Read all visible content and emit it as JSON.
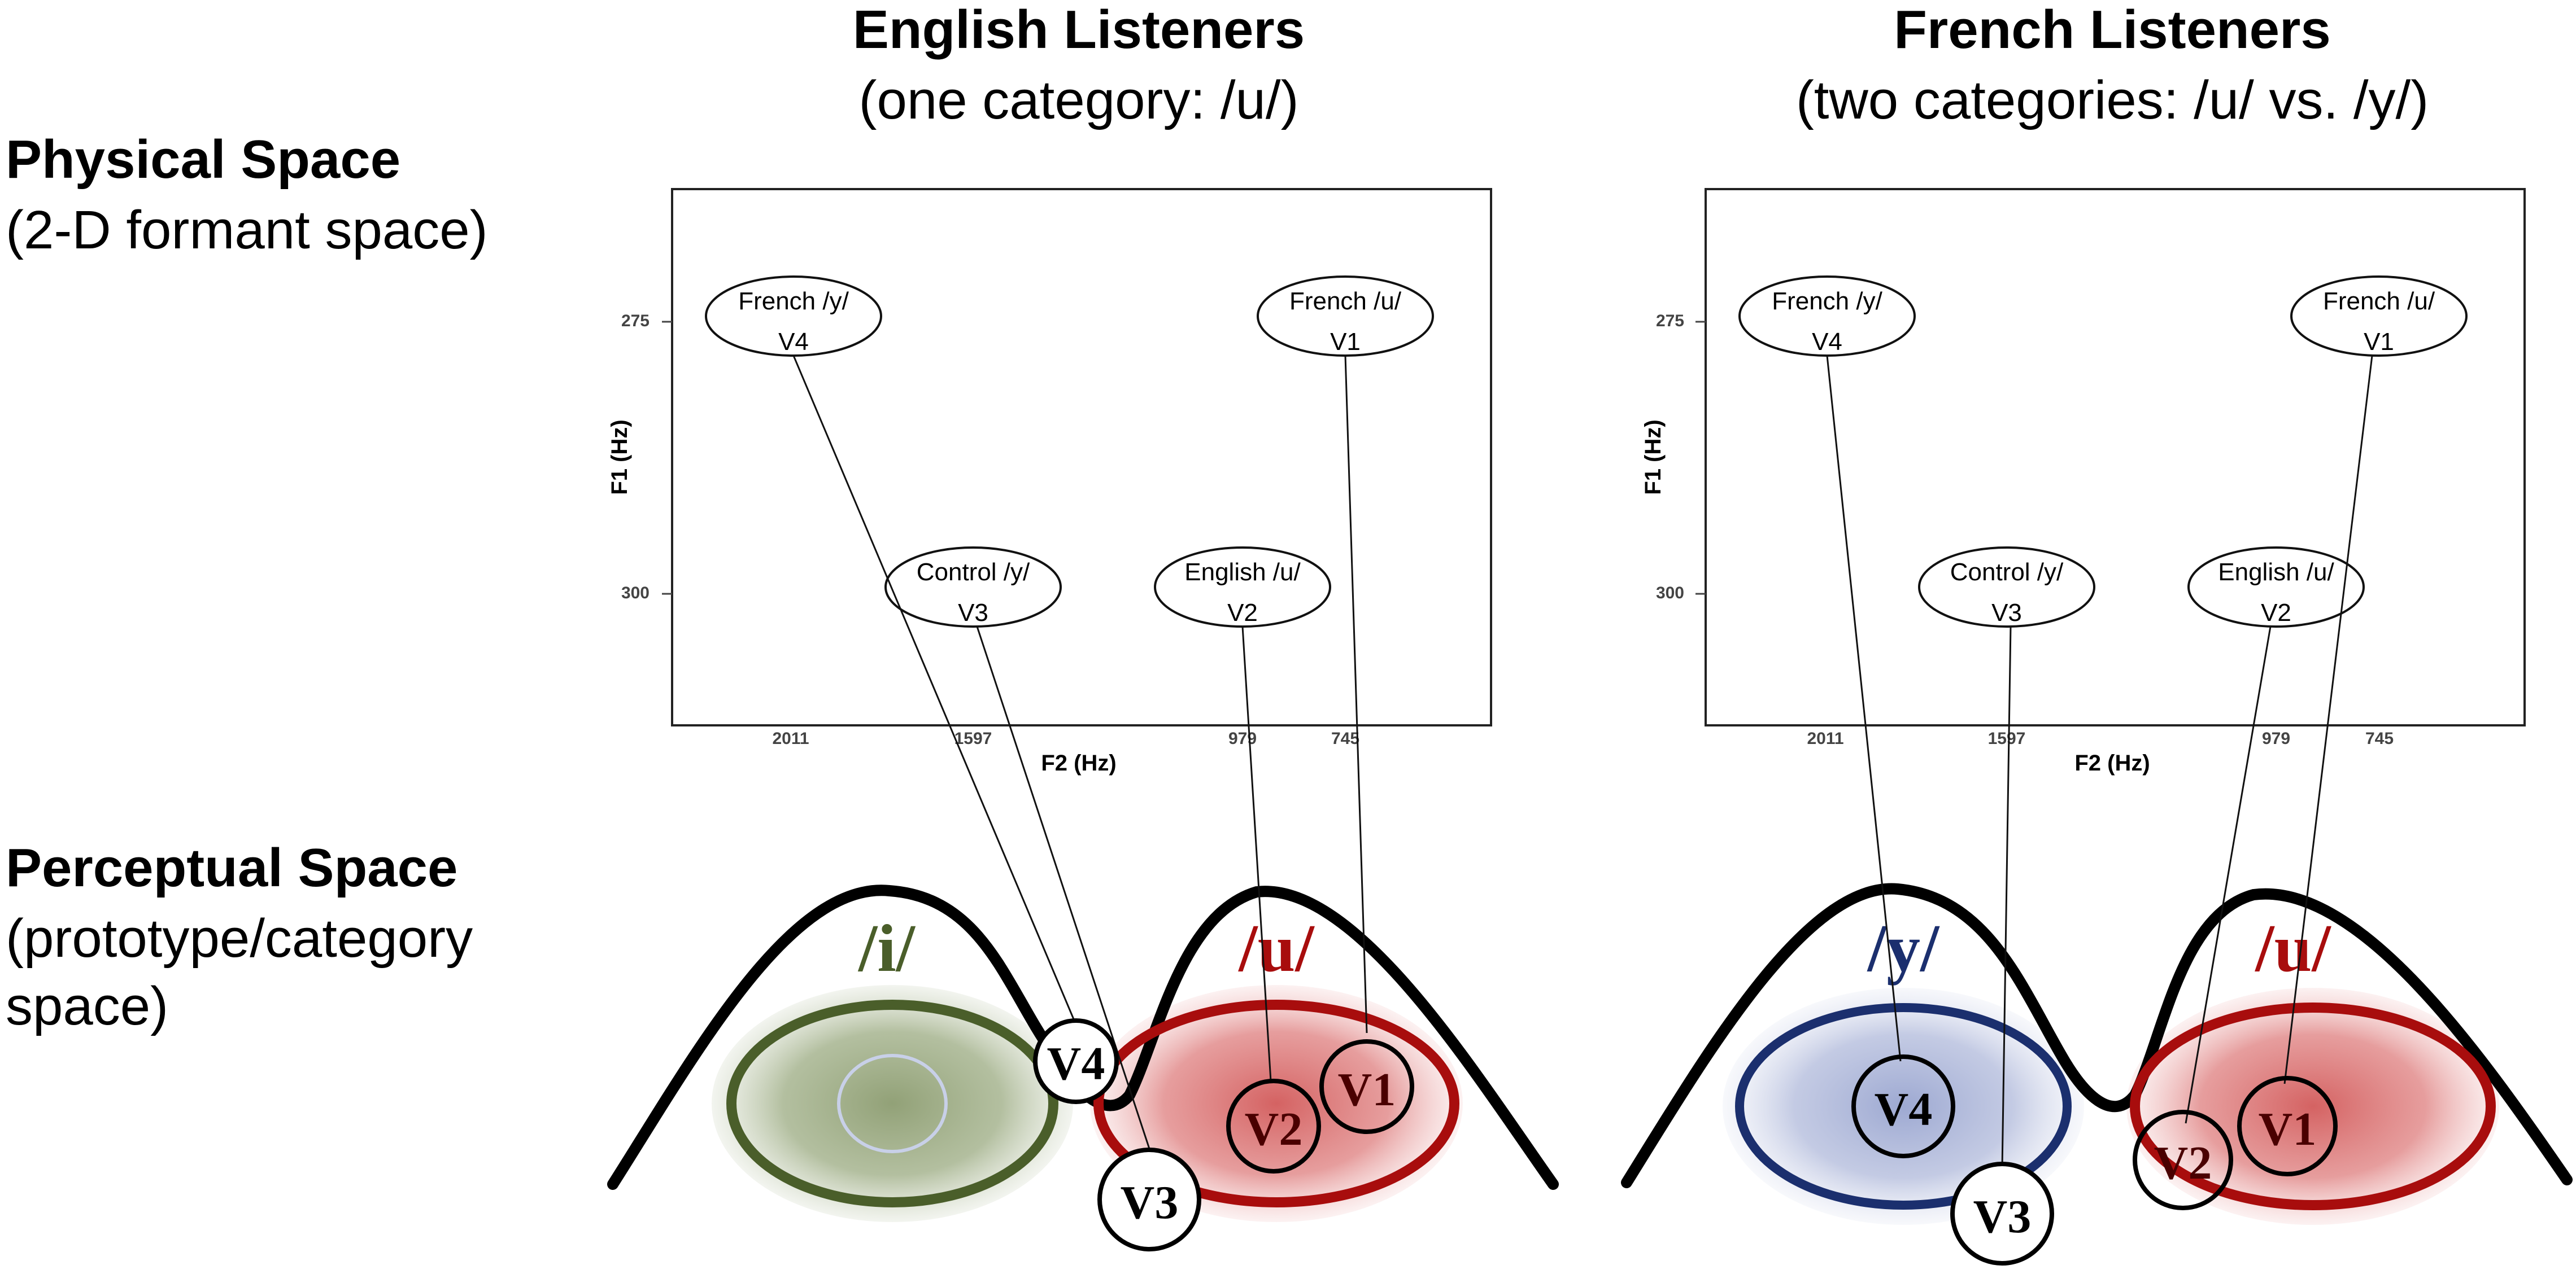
{
  "row_labels": {
    "physical": {
      "title": "Physical Space",
      "subtitle": "(2-D formant space)"
    },
    "perceptual": {
      "title": "Perceptual Space",
      "subtitle_line1": "(prototype/category",
      "subtitle_line2": "space)"
    }
  },
  "panels": [
    {
      "title": "English Listeners",
      "subtitle": "(one category: /u/)",
      "plot": {
        "x_axis_label": "F2 (Hz)",
        "y_axis_label": "F1 (Hz)",
        "x_ticks": [
          "2011",
          "1597",
          "979",
          "745"
        ],
        "y_ticks": [
          "275",
          "300"
        ],
        "points": [
          {
            "line1": "French /y/",
            "line2": "V4"
          },
          {
            "line1": "Control /y/",
            "line2": "V3"
          },
          {
            "line1": "English /u/",
            "line2": "V2"
          },
          {
            "line1": "French /u/",
            "line2": "V1"
          }
        ]
      },
      "categories": [
        {
          "label": "/i/",
          "color": "#4a5e2a",
          "fill": "#8a9a6e"
        },
        {
          "label": "/u/",
          "color": "#a80d0d",
          "fill": "#d96a6a"
        }
      ],
      "tokens": [
        "V4",
        "V3",
        "V2",
        "V1"
      ]
    },
    {
      "title": "French Listeners",
      "subtitle": "(two categories: /u/ vs. /y/)",
      "plot": {
        "x_axis_label": "F2 (Hz)",
        "y_axis_label": "F1 (Hz)",
        "x_ticks": [
          "2011",
          "1597",
          "979",
          "745"
        ],
        "y_ticks": [
          "275",
          "300"
        ],
        "points": [
          {
            "line1": "French /y/",
            "line2": "V4"
          },
          {
            "line1": "Control /y/",
            "line2": "V3"
          },
          {
            "line1": "English /u/",
            "line2": "V2"
          },
          {
            "line1": "French /u/",
            "line2": "V1"
          }
        ]
      },
      "categories": [
        {
          "label": "/y/",
          "color": "#1b2f6e",
          "fill": "#9aa6cf"
        },
        {
          "label": "/u/",
          "color": "#a80d0d",
          "fill": "#d96a6a"
        }
      ],
      "tokens": [
        "V4",
        "V3",
        "V2",
        "V1"
      ]
    }
  ]
}
